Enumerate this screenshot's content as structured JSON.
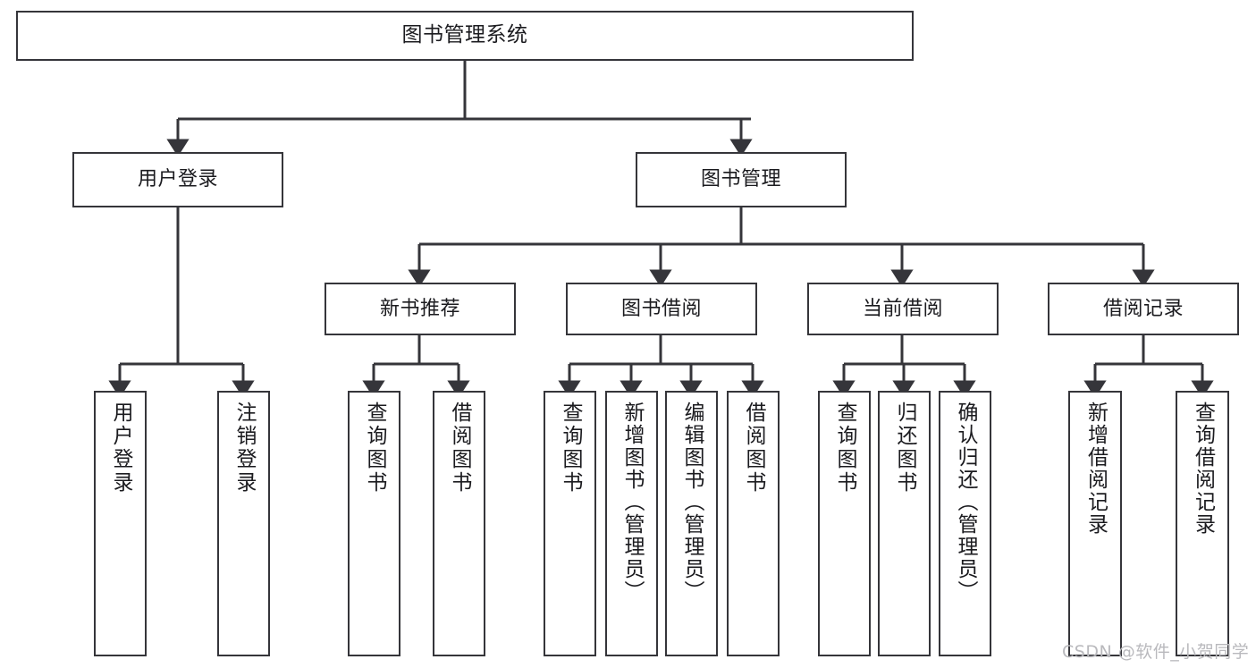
{
  "diagram": {
    "type": "tree",
    "title": "图书管理系统",
    "background_color": "#ffffff",
    "line_color": "#35353a",
    "box_border_color": "#35353a",
    "text_color": "#1b1b1f"
  },
  "nodes": {
    "root": {
      "label": "图书管理系统"
    },
    "level2": [
      {
        "label": "用户登录"
      },
      {
        "label": "图书管理"
      }
    ],
    "level3": [
      {
        "label": "新书推荐"
      },
      {
        "label": "图书借阅"
      },
      {
        "label": "当前借阅"
      },
      {
        "label": "借阅记录"
      }
    ],
    "leaves": {
      "user_login": [
        {
          "label": "用户登录"
        },
        {
          "label": "注销登录"
        }
      ],
      "new_book_recommend": [
        {
          "label": "查询图书"
        },
        {
          "label": "借阅图书"
        }
      ],
      "book_borrow": [
        {
          "label": "查询图书"
        },
        {
          "label": "新增图书（管理员）"
        },
        {
          "label": "编辑图书（管理员）"
        },
        {
          "label": "借阅图书"
        }
      ],
      "current_borrow": [
        {
          "label": "查询图书"
        },
        {
          "label": "归还图书"
        },
        {
          "label": "确认归还（管理员）"
        }
      ],
      "borrow_record": [
        {
          "label": "新增借阅记录"
        },
        {
          "label": "查询借阅记录"
        }
      ]
    }
  },
  "watermark": {
    "text": "CSDN @软件_小贺同学"
  }
}
